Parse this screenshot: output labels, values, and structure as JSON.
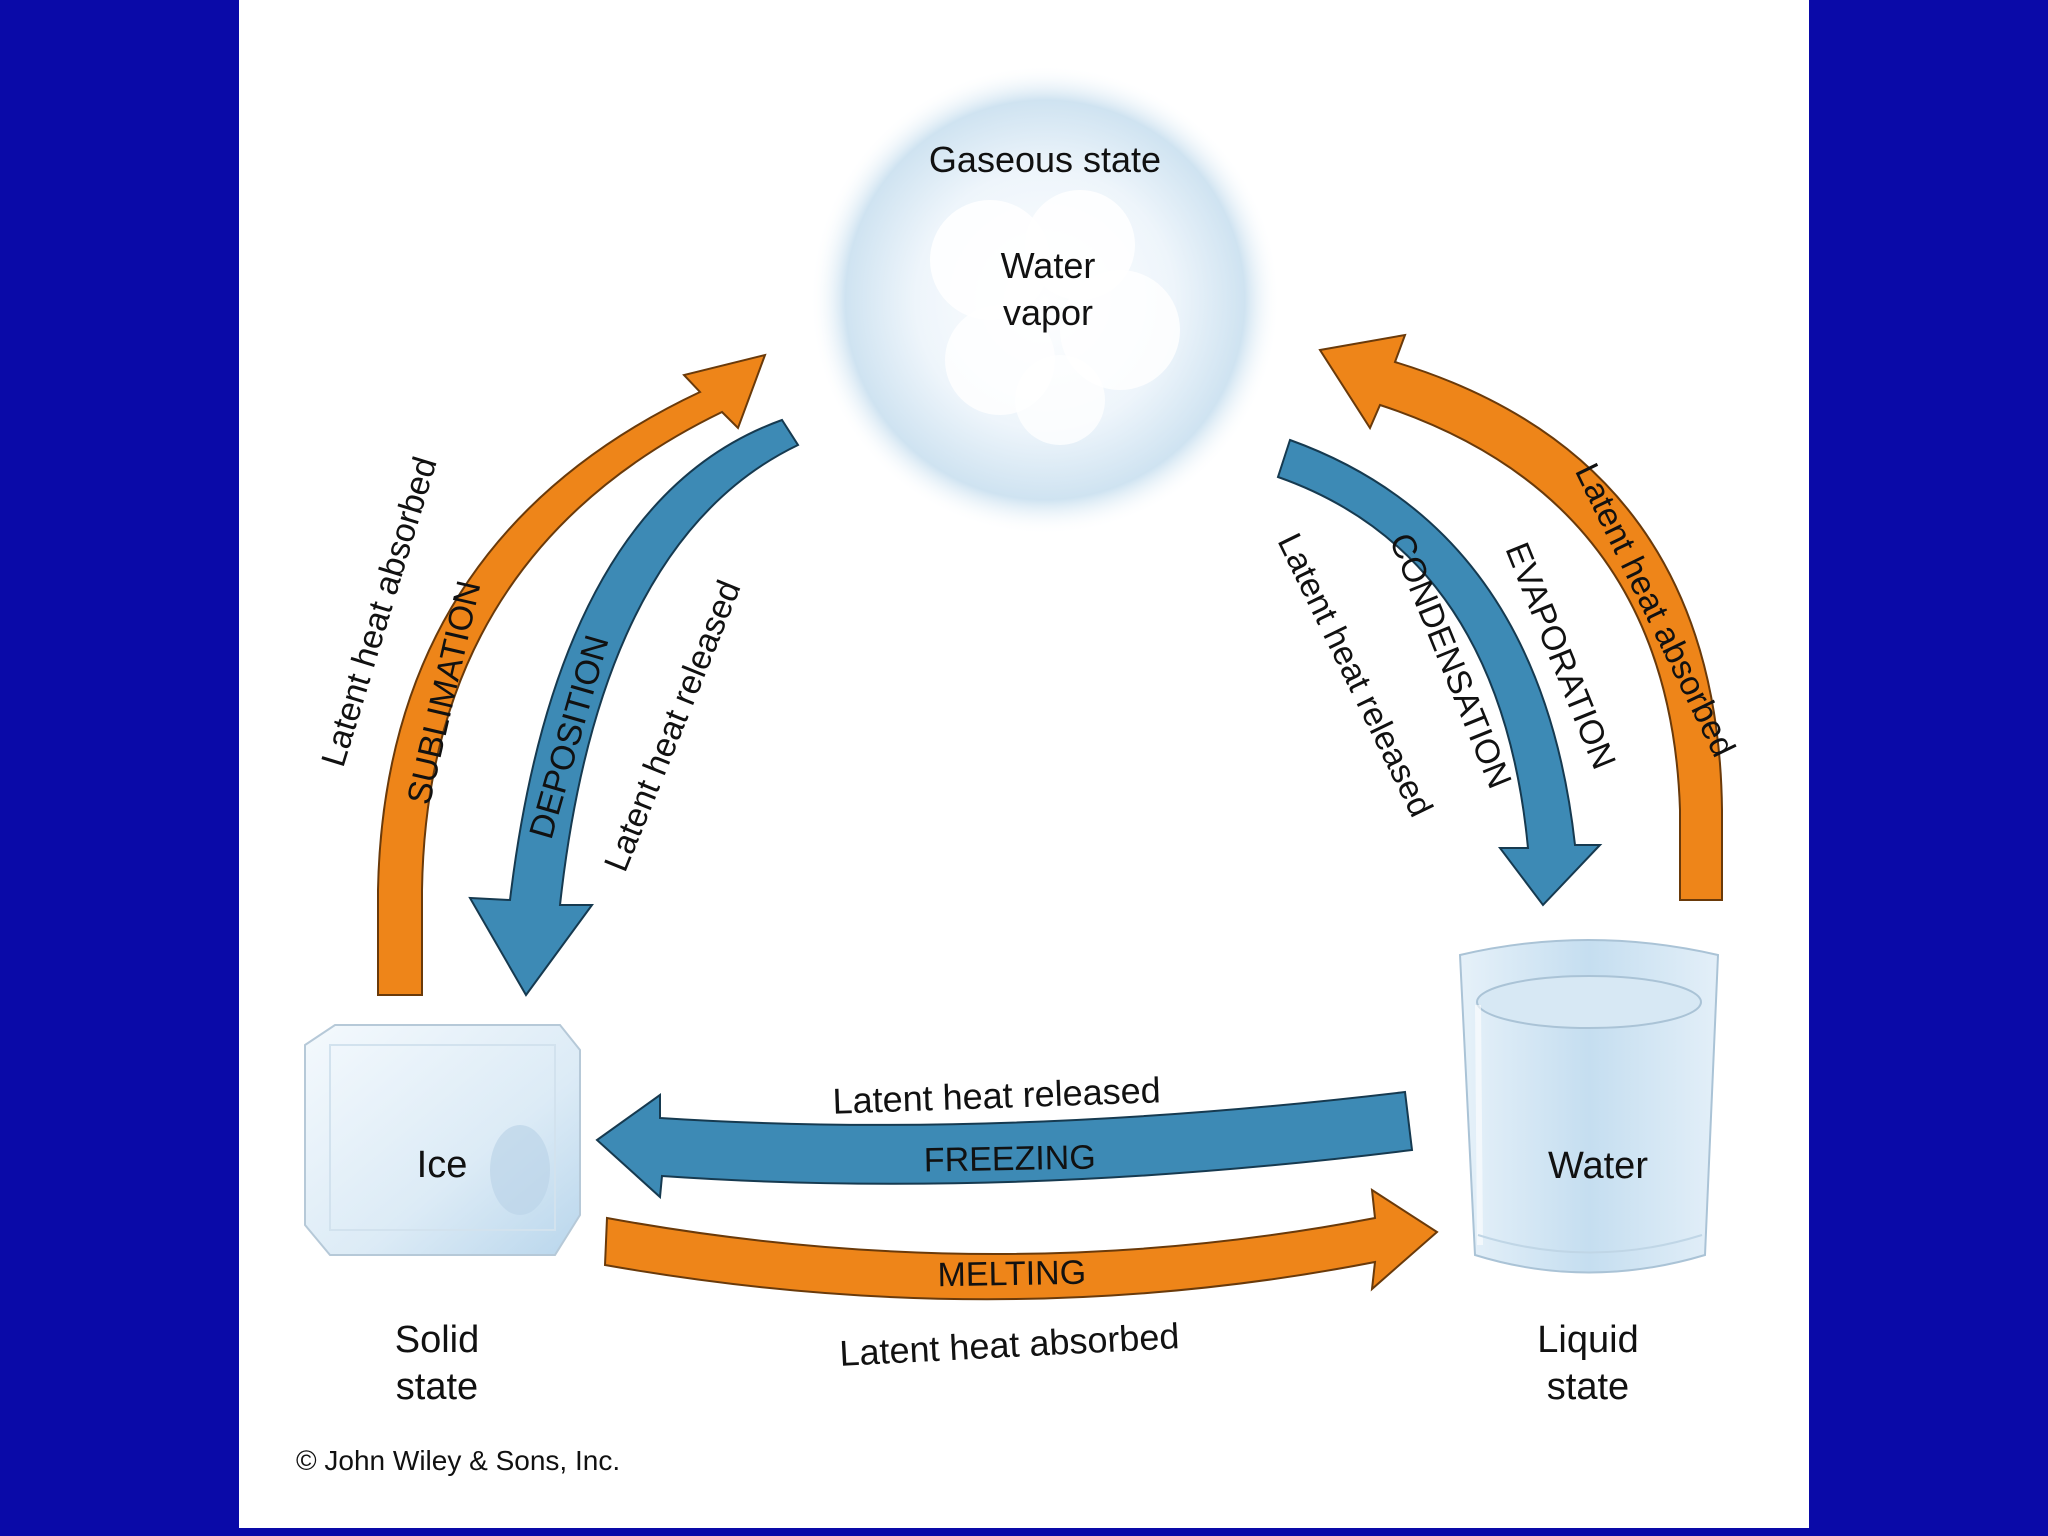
{
  "states": {
    "gas": {
      "title": "Gaseous state",
      "name_line1": "Water",
      "name_line2": "vapor"
    },
    "solid": {
      "name": "Ice",
      "title_line1": "Solid",
      "title_line2": "state"
    },
    "liquid": {
      "name": "Water",
      "title_line1": "Liquid",
      "title_line2": "state"
    }
  },
  "processes": {
    "sublimation": {
      "label": "SUBLIMATION",
      "heat": "Latent heat absorbed"
    },
    "deposition": {
      "label": "DEPOSITION",
      "heat": "Latent heat released"
    },
    "evaporation": {
      "label": "EVAPORATION",
      "heat": "Latent heat absorbed"
    },
    "condensation": {
      "label": "CONDENSATION",
      "heat": "Latent heat released"
    },
    "freezing": {
      "label": "FREEZING",
      "heat": "Latent heat released"
    },
    "melting": {
      "label": "MELTING",
      "heat": "Latent heat absorbed"
    }
  },
  "copyright": "© John Wiley & Sons, Inc.",
  "colors": {
    "background": "#0a0aa8",
    "panel": "#ffffff",
    "absorbed_arrow": "#ee8519",
    "released_arrow": "#3d8ab5",
    "text": "#111111"
  }
}
